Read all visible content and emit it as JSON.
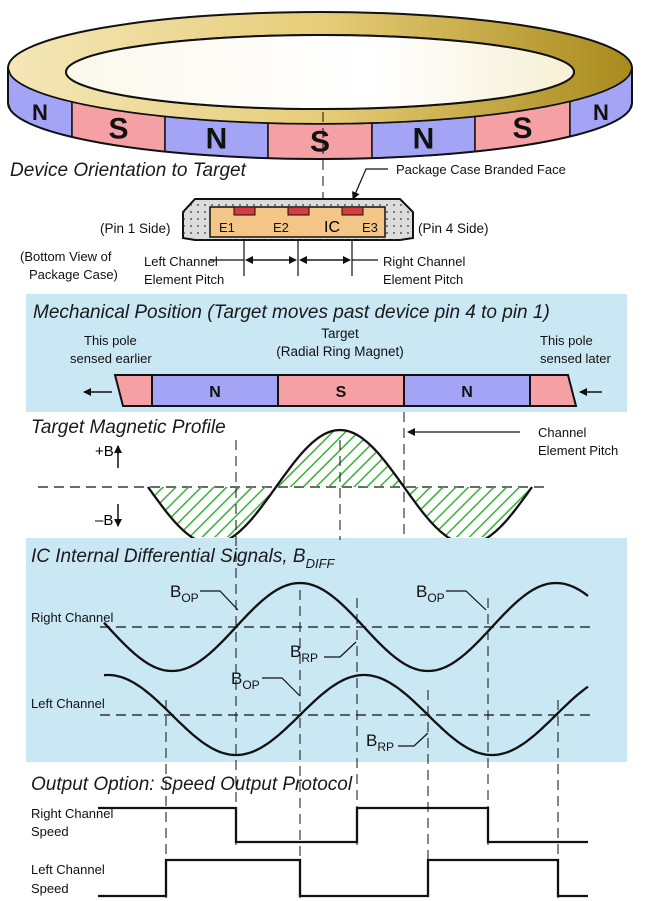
{
  "colors": {
    "north": "#a3a4f5",
    "south": "#f4a0a5",
    "panel": "#cae7f4",
    "hatch": "#37b337",
    "ring_gold": "#e6c96a",
    "package_fill": "#f3c586",
    "element_red": "#d83c3c",
    "line": "#111111"
  },
  "ring": {
    "poles": [
      "N",
      "S",
      "N",
      "S",
      "N",
      "S",
      "N"
    ]
  },
  "orientation": {
    "title": "Device Orientation to Target",
    "branded_face_label": "Package Case Branded Face",
    "pin1_label": "(Pin 1 Side)",
    "pin4_label": "(Pin 4 Side)",
    "bottom_view_line1": "(Bottom View of",
    "bottom_view_line2": "Package Case)",
    "elements": [
      "E1",
      "E2",
      "IC",
      "E3"
    ],
    "left_pitch_line1": "Left Channel",
    "left_pitch_line2": "Element Pitch",
    "right_pitch_line1": "Right Channel",
    "right_pitch_line2": "Element Pitch"
  },
  "mechanical": {
    "title": "Mechanical Position (Target moves past device pin 4 to pin 1)",
    "target_line1": "Target",
    "target_line2": "(Radial Ring Magnet)",
    "left_note_line1": "This pole",
    "left_note_line2": "sensed earlier",
    "right_note_line1": "This pole",
    "right_note_line2": "sensed later",
    "poles": [
      "N",
      "S",
      "N"
    ]
  },
  "profile": {
    "title": "Target Magnetic Profile",
    "plus_b": "+B",
    "minus_b": "–B",
    "pitch_line1": "Channel",
    "pitch_line2": "Element Pitch"
  },
  "differential": {
    "title_main": "IC Internal Differential Signals, B",
    "title_sub": "DIFF",
    "right_channel": "Right Channel",
    "left_channel": "Left Channel",
    "b": "B",
    "op": "OP",
    "rp": "RP"
  },
  "output": {
    "title": "Output Option: Speed Output Protocol",
    "right_line1": "Right Channel",
    "right_line2": "Speed",
    "left_line1": "Left Channel",
    "left_line2": "Speed"
  }
}
